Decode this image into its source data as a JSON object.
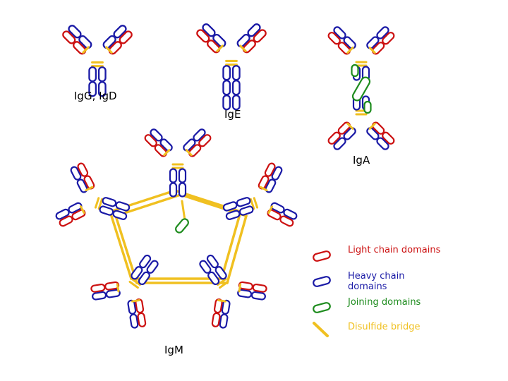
{
  "labels": {
    "igg": "IgG, IgD",
    "ige": "IgE",
    "iga": "IgA",
    "igm": "IgM"
  },
  "legend": [
    {
      "text": "Light chain domains",
      "swatch": "light-chain-swatch"
    },
    {
      "text": "Heavy chain domains",
      "swatch": "heavy-chain-swatch"
    },
    {
      "text": "Joining domains",
      "swatch": "joining-swatch"
    },
    {
      "text": "Disulfide bridge",
      "swatch": "disulfide-swatch"
    }
  ],
  "colors": {
    "light": "#cc1111",
    "heavy": "#1a1aa6",
    "joining": "#1e8c1e",
    "bridge": "#f0c020",
    "text": "#000000"
  }
}
